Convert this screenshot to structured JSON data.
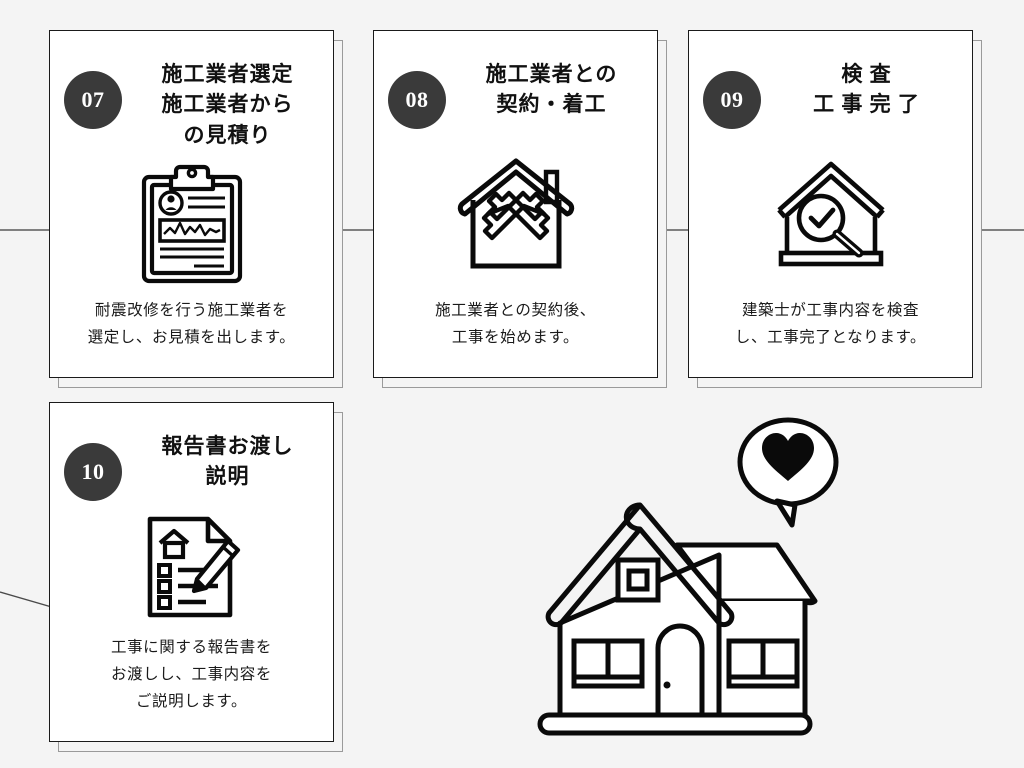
{
  "page": {
    "title": "耐震改修フロー 07-10",
    "background_color": "#f4f4f4",
    "badge_color": "#3a3a3a",
    "line_color": "#555555",
    "card_border_color": "#1a1a1a",
    "card_shadow_border_color": "#9a9a9a"
  },
  "steps": [
    {
      "number": "07",
      "title_lines": [
        "施工業者選定",
        "施工業者から",
        "の見積り"
      ],
      "icon": "clipboard-report-icon",
      "desc_lines": [
        "耐震改修を行う施工業者を",
        "選定し、お見積を出します。"
      ]
    },
    {
      "number": "08",
      "title_lines": [
        "施工業者との",
        "契約・着工"
      ],
      "icon": "house-wrench-icon",
      "desc_lines": [
        "施工業者との契約後、",
        "工事を始めます。"
      ]
    },
    {
      "number": "09",
      "title_lines": [
        "検 査",
        "工 事 完 了"
      ],
      "icon": "house-inspection-icon",
      "desc_lines": [
        "建築士が工事内容を検査",
        "し、工事完了となります。"
      ]
    },
    {
      "number": "10",
      "title_lines": [
        "報告書お渡し",
        "説明"
      ],
      "icon": "document-pencil-icon",
      "desc_lines": [
        "工事に関する報告書を",
        "お渡しし、工事内容を",
        "ご説明します。"
      ]
    }
  ],
  "hero": {
    "icon": "house-with-heart-icon",
    "bubble_icon": "heart-icon"
  }
}
